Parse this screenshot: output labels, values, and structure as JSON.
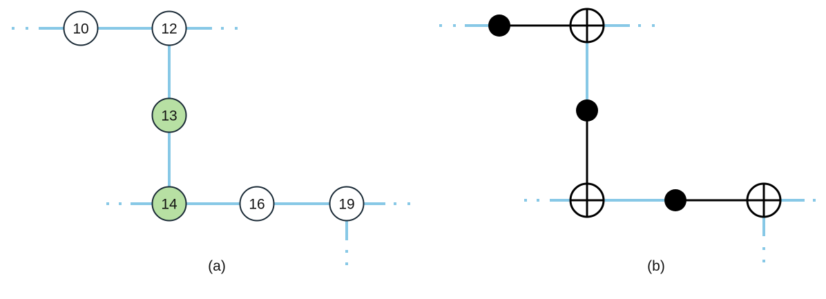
{
  "colors": {
    "coupling_edge": "#87c8e6",
    "node_stroke": "#1a2a36",
    "node_fill": "#ffffff",
    "highlight_fill": "#b7e0a3",
    "gate_stroke": "#000000"
  },
  "panel_a": {
    "caption": "(a)",
    "nodes": {
      "q10": {
        "label": "10",
        "highlighted": false
      },
      "q12": {
        "label": "12",
        "highlighted": false
      },
      "q13": {
        "label": "13",
        "highlighted": true
      },
      "q14": {
        "label": "14",
        "highlighted": true
      },
      "q16": {
        "label": "16",
        "highlighted": false
      },
      "q19": {
        "label": "19",
        "highlighted": false
      }
    }
  },
  "panel_b": {
    "caption": "(b)",
    "gates": [
      {
        "control": "top-left",
        "target": "top-right"
      },
      {
        "control": "middle",
        "target": "bottom-left"
      },
      {
        "control": "bottom-middle",
        "target": "bottom-right"
      }
    ]
  }
}
